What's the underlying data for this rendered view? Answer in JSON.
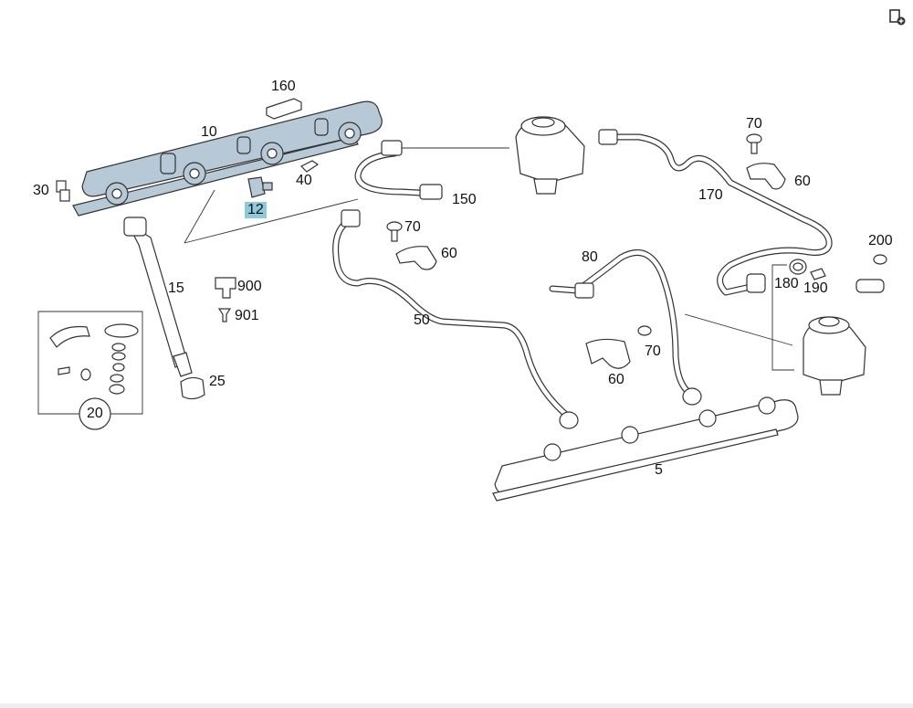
{
  "toolbar": {
    "icon": "add-to-cart-icon"
  },
  "callouts": {
    "c160": "160",
    "c10": "10",
    "c30": "30",
    "c40": "40",
    "c12": "12",
    "c15": "15",
    "c900": "900",
    "c901": "901",
    "c25": "25",
    "c20": "20",
    "c150": "150",
    "c70a": "70",
    "c60a": "60",
    "c50": "50",
    "c70b": "70",
    "c60b": "60",
    "c170": "170",
    "c200": "200",
    "c180": "180",
    "c190": "190",
    "c80": "80",
    "c70c": "70",
    "c60c": "60",
    "c5": "5"
  },
  "colors": {
    "highlight": "#8fc9dc",
    "part_blue": "#b7c9d6"
  }
}
